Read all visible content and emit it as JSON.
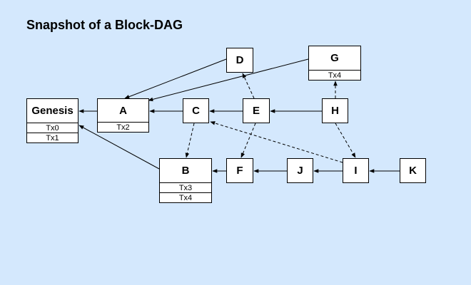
{
  "title": "Snapshot of a Block-DAG",
  "blocks": {
    "genesis": {
      "label": "Genesis",
      "txs": [
        "Tx0",
        "Tx1"
      ]
    },
    "A": {
      "label": "A",
      "txs": [
        "Tx2"
      ]
    },
    "B": {
      "label": "B",
      "txs": [
        "Tx3",
        "Tx4"
      ]
    },
    "C": {
      "label": "C",
      "txs": []
    },
    "D": {
      "label": "D",
      "txs": []
    },
    "E": {
      "label": "E",
      "txs": []
    },
    "F": {
      "label": "F",
      "txs": []
    },
    "G": {
      "label": "G",
      "txs": [
        "Tx4"
      ]
    },
    "H": {
      "label": "H",
      "txs": []
    },
    "I": {
      "label": "I",
      "txs": []
    },
    "J": {
      "label": "J",
      "txs": []
    },
    "K": {
      "label": "K",
      "txs": []
    }
  },
  "edges": [
    {
      "from": "A",
      "to": "genesis",
      "style": "solid"
    },
    {
      "from": "C",
      "to": "A",
      "style": "solid"
    },
    {
      "from": "D",
      "to": "A",
      "style": "solid"
    },
    {
      "from": "G",
      "to": "A",
      "style": "solid"
    },
    {
      "from": "E",
      "to": "C",
      "style": "solid"
    },
    {
      "from": "H",
      "to": "E",
      "style": "solid"
    },
    {
      "from": "B",
      "to": "genesis",
      "style": "solid"
    },
    {
      "from": "F",
      "to": "B",
      "style": "solid"
    },
    {
      "from": "J",
      "to": "F",
      "style": "solid"
    },
    {
      "from": "I",
      "to": "J",
      "style": "solid"
    },
    {
      "from": "K",
      "to": "I",
      "style": "solid"
    },
    {
      "from": "C",
      "to": "B",
      "style": "dashed"
    },
    {
      "from": "E",
      "to": "D",
      "style": "dashed"
    },
    {
      "from": "E",
      "to": "F",
      "style": "dashed"
    },
    {
      "from": "H",
      "to": "G",
      "style": "dashed"
    },
    {
      "from": "H",
      "to": "I",
      "style": "dashed"
    },
    {
      "from": "I",
      "to": "C",
      "style": "dashed"
    }
  ]
}
